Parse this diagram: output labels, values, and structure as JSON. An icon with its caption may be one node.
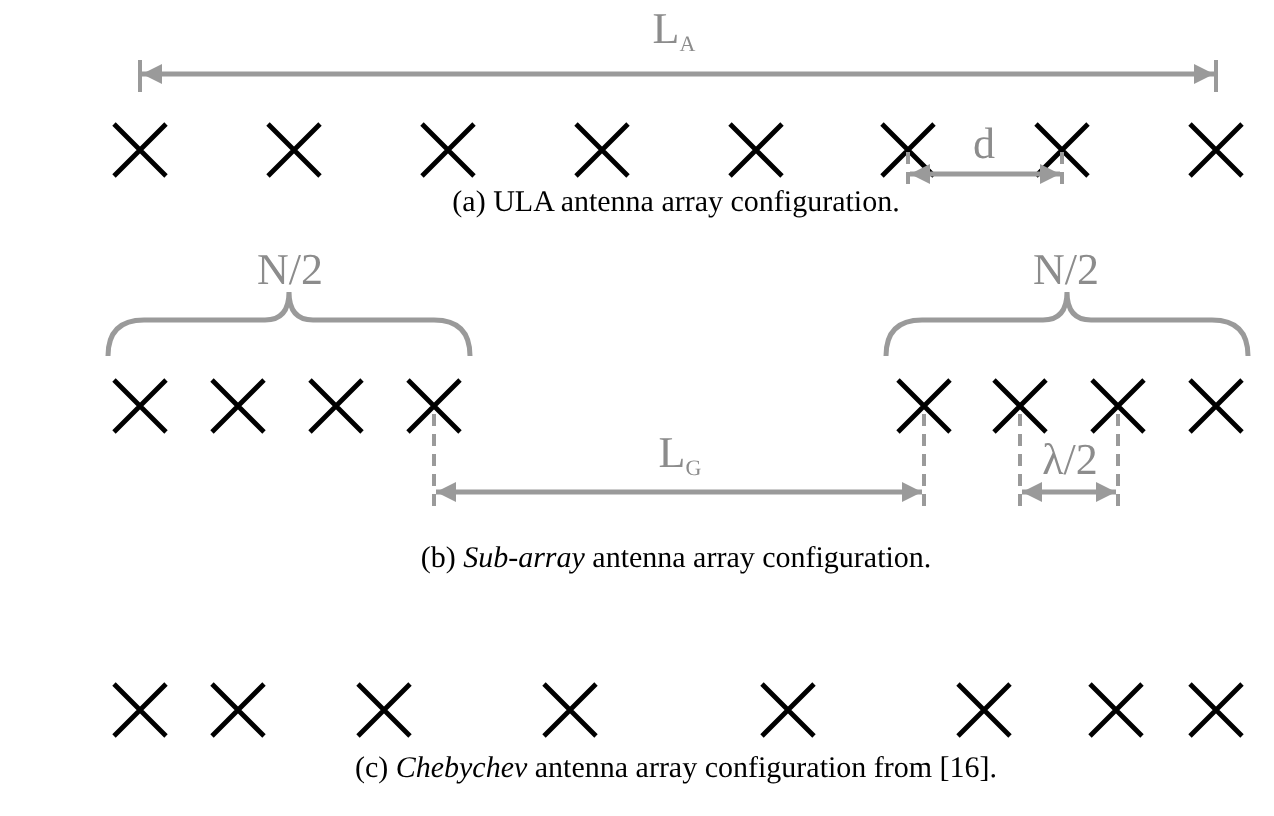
{
  "diagram": {
    "labels": [
      "L$_{A}$",
      "d",
      "(a) ULA antenna array configuration.",
      "N/2",
      "N/2",
      "L$_{G}$",
      "λ/2",
      "(b) *Sub-array* antenna array configuration.",
      "(c) *Chebychev* antenna array configuration from [16]."
    ]
  }
}
